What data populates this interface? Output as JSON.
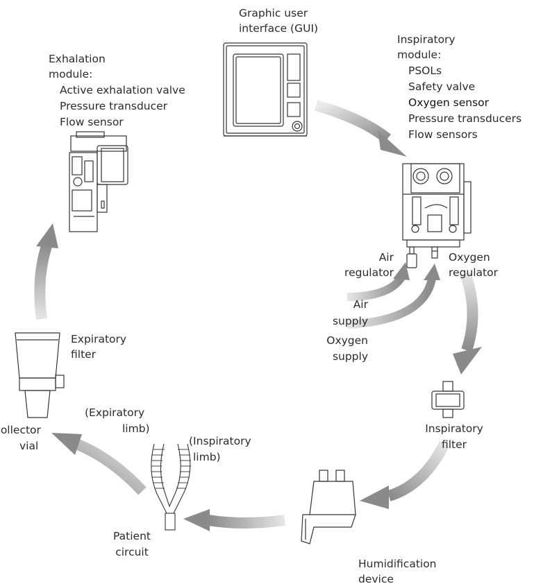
{
  "labels": {
    "gui": [
      "Graphic user",
      "interface (GUI)"
    ],
    "inspiratory_module": {
      "title": [
        "Inspiratory",
        "module:"
      ],
      "items": [
        "PSOLs",
        "Safety valve",
        "Oxygen sensor",
        "Pressure transducers",
        "Flow sensors"
      ]
    },
    "exhalation_module": {
      "title": [
        "Exhalation",
        "module:"
      ],
      "items": [
        "Active exhalation valve",
        "Pressure transducer",
        "Flow sensor"
      ]
    },
    "air_regulator": [
      "Air",
      "regulator"
    ],
    "oxygen_regulator": [
      "Oxygen",
      "regulator"
    ],
    "air_supply": [
      "Air",
      "supply"
    ],
    "oxygen_supply": [
      "Oxygen",
      "supply"
    ],
    "inspiratory_filter": [
      "Inspiratory",
      "filter"
    ],
    "humidification_device": [
      "Humidification",
      "device"
    ],
    "patient_circuit": [
      "Patient",
      "circuit"
    ],
    "expiratory_limb": [
      "(Expiratory",
      "limb)"
    ],
    "inspiratory_limb": [
      "(Inspiratory",
      "limb)"
    ],
    "collector_vial": [
      "Collector",
      "vial"
    ],
    "expiratory_filter": [
      "Expiratory",
      "filter"
    ]
  }
}
